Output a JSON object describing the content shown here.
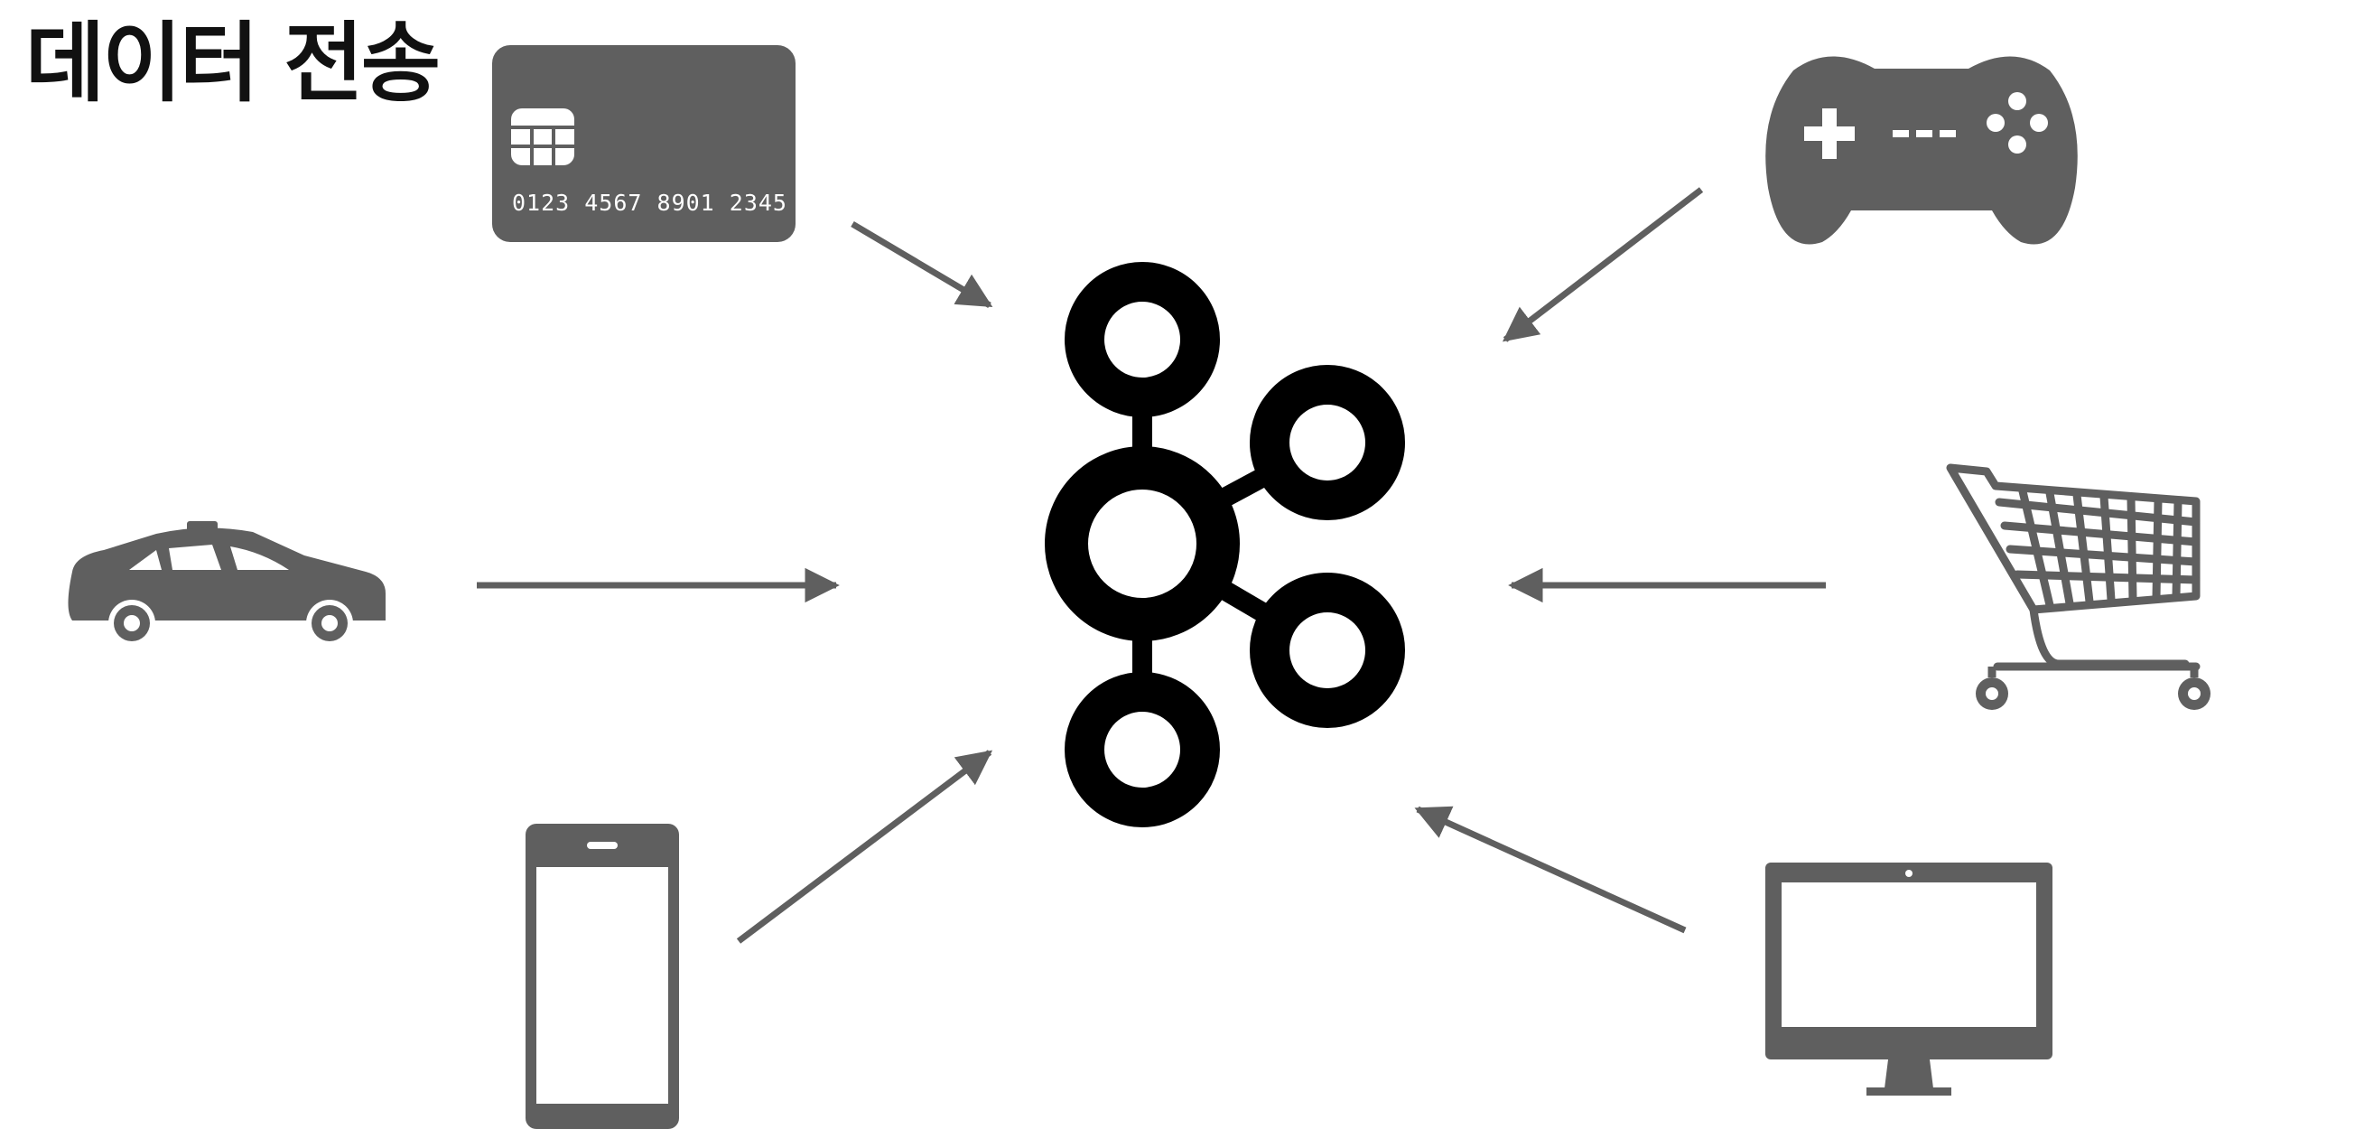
{
  "title": "데이터 전송",
  "hub": {
    "icon": "kafka-logo-icon",
    "color": "#000000"
  },
  "sources": [
    {
      "id": "credit-card",
      "icon": "credit-card-icon",
      "card_number": "0123 4567 8901 2345"
    },
    {
      "id": "taxi",
      "icon": "taxi-icon"
    },
    {
      "id": "smartphone",
      "icon": "smartphone-icon"
    },
    {
      "id": "game-controller",
      "icon": "game-controller-icon"
    },
    {
      "id": "shopping-cart",
      "icon": "shopping-cart-icon"
    },
    {
      "id": "monitor",
      "icon": "monitor-icon"
    }
  ],
  "colors": {
    "icon": "#5f5f5f",
    "arrow": "#5f5f5f",
    "hub": "#000000",
    "title": "#111111"
  }
}
